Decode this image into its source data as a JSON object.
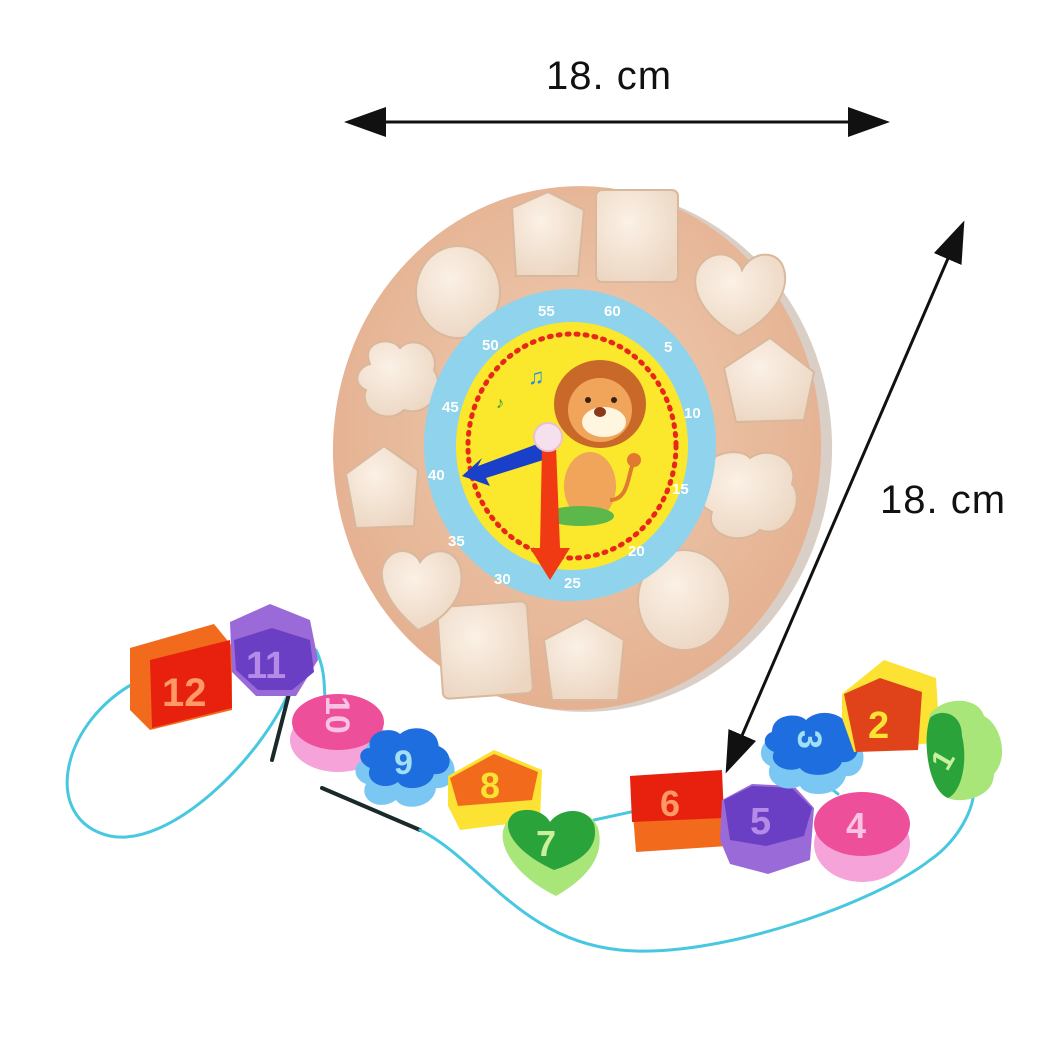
{
  "dimensions": {
    "width_label": "18. cm",
    "diameter_label": "18. cm"
  },
  "clock": {
    "minute_marks": [
      "60",
      "5",
      "10",
      "15",
      "20",
      "25",
      "30",
      "35",
      "40",
      "45",
      "50",
      "55"
    ],
    "face_colors": {
      "outer_ring": "#8fd3ec",
      "inner_face": "#fbe82c",
      "wood": "#e8b99a"
    },
    "hands": {
      "hour_color": "#1a3fc9",
      "minute_color": "#f03a14"
    }
  },
  "beads": [
    {
      "label": "12",
      "shape": "square",
      "face": "#e8210f",
      "side": "#f26b1d",
      "text": "#ff9a66"
    },
    {
      "label": "11",
      "shape": "hexagon",
      "face": "#6a3fc4",
      "side": "#9b6ad9",
      "text": "#b68ae8"
    },
    {
      "label": "10",
      "shape": "circle",
      "face": "#ee4f9a",
      "side": "#f5a3d8",
      "text": "#f9c3e4"
    },
    {
      "label": "9",
      "shape": "flower",
      "face": "#1e6ee0",
      "side": "#79c7f2",
      "text": "#9fe0f5"
    },
    {
      "label": "8",
      "shape": "pentagon",
      "face": "#f26b1d",
      "side": "#fbe233",
      "text": "#fbe233"
    },
    {
      "label": "7",
      "shape": "heart",
      "face": "#2aa33a",
      "side": "#a8e67a",
      "text": "#c9f09a"
    },
    {
      "label": "6",
      "shape": "square",
      "face": "#e8210f",
      "side": "#f26b1d",
      "text": "#ff9a66"
    },
    {
      "label": "5",
      "shape": "hexagon",
      "face": "#6a3fc4",
      "side": "#9b6ad9",
      "text": "#b68ae8"
    },
    {
      "label": "4",
      "shape": "circle",
      "face": "#ee4f9a",
      "side": "#f5a3d8",
      "text": "#f9c3e4"
    },
    {
      "label": "3",
      "shape": "flower",
      "face": "#1e6ee0",
      "side": "#79c7f2",
      "text": "#9fe0f5"
    },
    {
      "label": "2",
      "shape": "pentagon",
      "face": "#e0421a",
      "side": "#fbe233",
      "text": "#fbe233"
    },
    {
      "label": "1",
      "shape": "heart",
      "face": "#2aa33a",
      "side": "#a8e67a",
      "text": "#c9f09a"
    }
  ]
}
